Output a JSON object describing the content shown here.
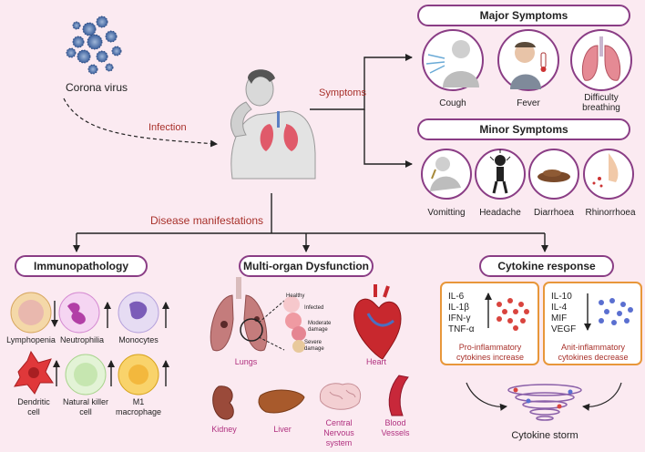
{
  "source": {
    "label": "Corona virus"
  },
  "flows": {
    "infection": "Infection",
    "symptoms": "Symptoms",
    "disease_manifestations": "Disease manifestations"
  },
  "major_symptoms": {
    "title": "Major Symptoms",
    "items": [
      "Cough",
      "Fever",
      "Difficulty breathing"
    ]
  },
  "minor_symptoms": {
    "title": "Minor Symptoms",
    "items": [
      "Vomitting",
      "Headache",
      "Diarrhoea",
      "Rhinorrhoea"
    ]
  },
  "immunopathology": {
    "title": "Immunopathology",
    "cells": [
      "Lymphopenia",
      "Neutrophilia",
      "Monocytes",
      "Dendritic cell",
      "Natural killer cell",
      "M1 macrophage"
    ]
  },
  "multi_organ": {
    "title": "Multi-organ Dysfunction",
    "lung_stages": [
      "Healthy",
      "Infected",
      "Moderate damage",
      "Severe damage"
    ],
    "organs": [
      "Lungs",
      "Heart",
      "Kidney",
      "Liver",
      "Central Nervous system",
      "Blood Vessels"
    ]
  },
  "cytokine": {
    "title": "Cytokine response",
    "pro": {
      "list": [
        "IL-6",
        "IL-1β",
        "IFN-γ",
        "TNF-α"
      ],
      "caption": "Pro-inflammatory cytokines increase"
    },
    "anti": {
      "list": [
        "IL-10",
        "IL-4",
        "MIF",
        "VEGF"
      ],
      "caption": "Anit-inflammatory cytokines decrease"
    },
    "storm": "Cytokine storm"
  },
  "colors": {
    "frame": "#8a3d85",
    "cytokine_box": "#e8973a",
    "arrow_text": "#a8302a",
    "organ_label": "#b0307f",
    "background": "#fbeaf1"
  }
}
